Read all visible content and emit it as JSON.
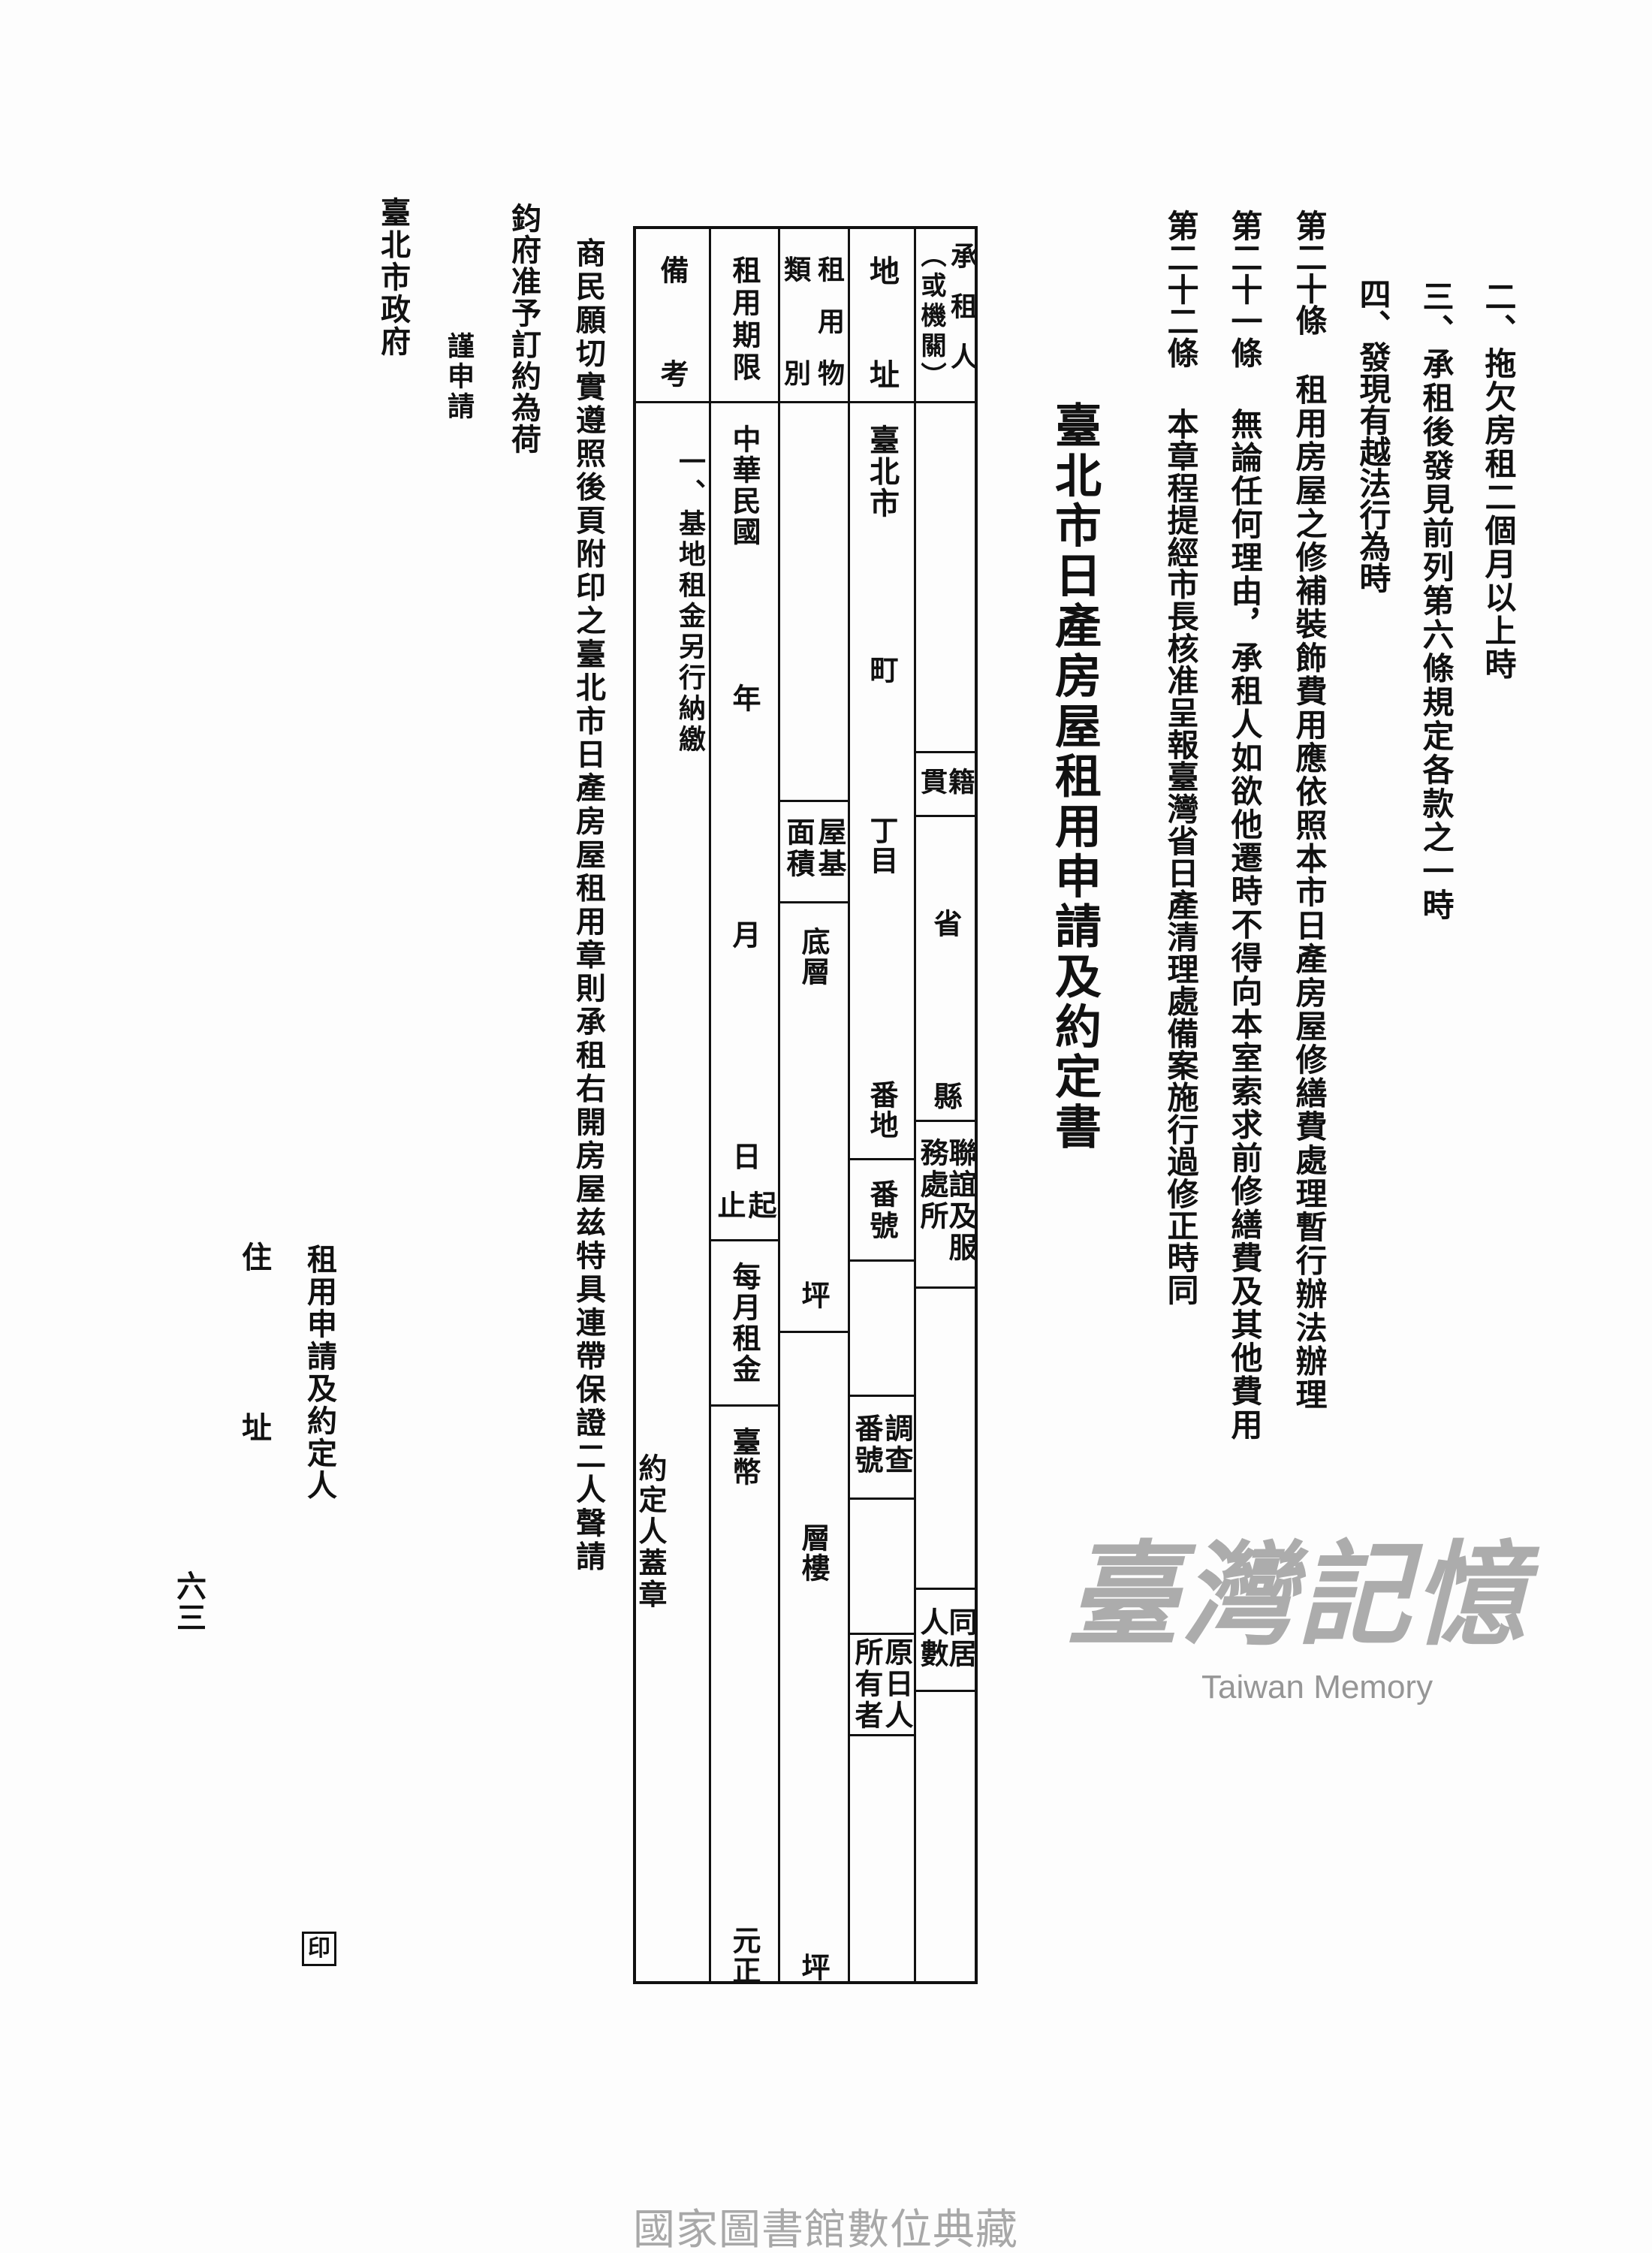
{
  "clauses_items": [
    "二、拖欠房租二個月以上時",
    "三、承租後發見前列第六條規定各款之一時",
    "四、發現有越法行為時"
  ],
  "articles": [
    {
      "heading": "第二十條",
      "body": "租用房屋之修補裝飾費用應依照本市日產房屋修繕費處理暫行辦法辦理"
    },
    {
      "heading": "第二十一條",
      "body": "無論任何理由，承租人如欲他遷時不得向本室索求前修繕費及其他費用"
    },
    {
      "heading": "第二十二條",
      "body": "本章程提經市長核准呈報臺灣省日產清理處備案施行過修正時同"
    }
  ],
  "title": "臺北市日產房屋租用申請及約定書",
  "form": {
    "headers": {
      "tenant": "承租人",
      "tenant_sub": "（或機關）",
      "address": "地址",
      "item_a": "租用物",
      "item_b": "類別",
      "period": "租用期限",
      "remarks": "備考"
    },
    "tenant_col": {
      "native_place": "籍貫",
      "province": "省",
      "county": "縣",
      "workplace": "聯誼及服務處所",
      "cohabitants": "同居人數"
    },
    "address_col": {
      "city": "臺北市",
      "town": "町",
      "chome": "丁目",
      "lot": "番地",
      "number": "番號",
      "survey_number": "調查番號",
      "original_owner": "原日人所有者"
    },
    "item_col": {
      "area": "屋基面積",
      "ground_floor": "底層",
      "ping1": "坪",
      "floors": "層樓",
      "ping2": "坪"
    },
    "period_col": {
      "era": "中華民國",
      "year": "年",
      "month": "月",
      "day": "日",
      "from_to": "起止",
      "monthly_rent": "每月租金",
      "currency": "臺幣",
      "yuan": "元正"
    },
    "remarks_col": {
      "note": "一、基地租金另行納繳",
      "seal": "約定人蓋章"
    }
  },
  "application": {
    "statement": "商民願切實遵照後頁附印之臺北市日產房屋租用章則承租右開房屋兹特具連帶保證二人聲請",
    "request": "鈞府准予訂約為荷",
    "respectfully": "謹申請",
    "addressee": "臺北市政府",
    "applicant": "租用申請及約定人",
    "address_a": "住",
    "address_b": "址",
    "seal": "印",
    "page_number": "六三"
  },
  "footer": "國家圖書館數位典藏",
  "watermark": {
    "cn": "臺灣記憶",
    "en": "Taiwan Memory"
  }
}
